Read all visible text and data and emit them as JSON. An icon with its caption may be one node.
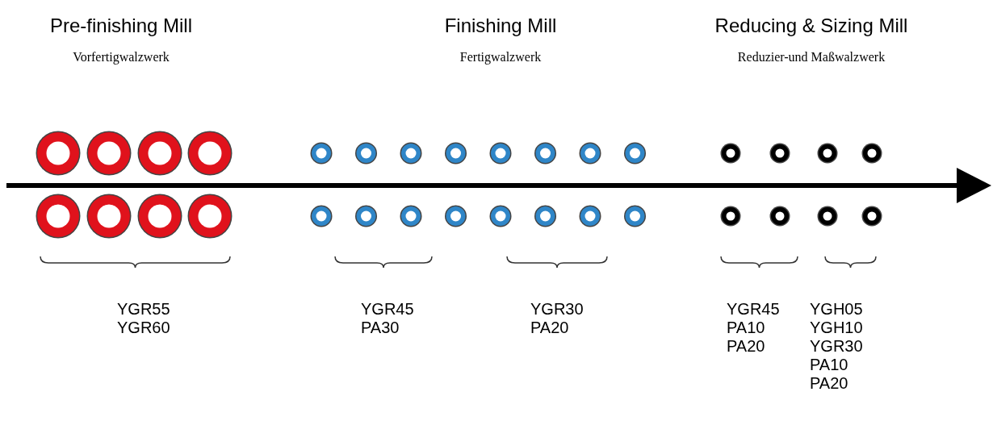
{
  "diagram": {
    "labels": [
      "Pre-finishing Mill",
      "Finishing Mill",
      "Reducing & Sizing Mill",
      "Vorfertigwalzwerk",
      "Fertigwalzwerk",
      "Reduzier-und Maßwalzwerk",
      "YGR55 YGR60",
      "YGR45 PA30",
      "YGR30 PA20",
      "YGR45 PA10 PA20",
      "YGH05 YGH10 YGR30 PA10 PA20"
    ]
  }
}
